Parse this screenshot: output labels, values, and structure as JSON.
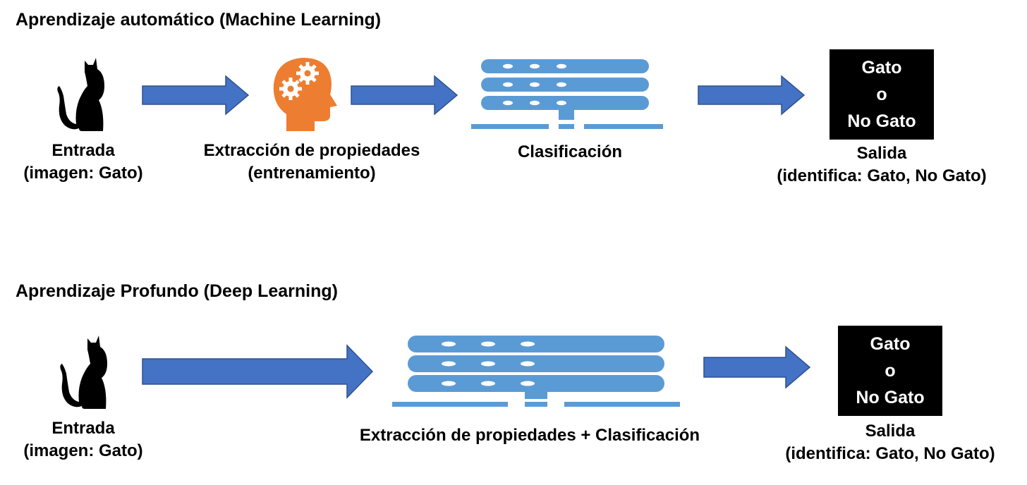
{
  "colors": {
    "arrow": "#4472C4",
    "arrow_edge": "#2F528F",
    "server": "#5B9BD5",
    "head": "#ED7D31",
    "cat": "#000000",
    "output_box": "#000000"
  },
  "ml": {
    "title": "Aprendizaje automático (Machine Learning)",
    "input": {
      "icon": "cat-icon",
      "line1": "Entrada",
      "line2": "(imagen: Gato)"
    },
    "extraction": {
      "icon": "head-gears-icon",
      "line1": "Extracción de propiedades",
      "line2": "(entrenamiento)"
    },
    "classification": {
      "icon": "server-stack-icon",
      "label": "Clasificación"
    },
    "output": {
      "box": {
        "line1": "Gato",
        "line2": "o",
        "line3": "No Gato"
      },
      "line1": "Salida",
      "line2": "(identifica: Gato, No Gato)"
    }
  },
  "dl": {
    "title": "Aprendizaje Profundo (Deep Learning)",
    "input": {
      "icon": "cat-icon",
      "line1": "Entrada",
      "line2": "(imagen: Gato)"
    },
    "combined": {
      "icon": "server-stack-icon",
      "label": "Extracción de propiedades + Clasificación"
    },
    "output": {
      "box": {
        "line1": "Gato",
        "line2": "o",
        "line3": "No Gato"
      },
      "line1": "Salida",
      "line2": "(identifica: Gato, No Gato)"
    }
  }
}
